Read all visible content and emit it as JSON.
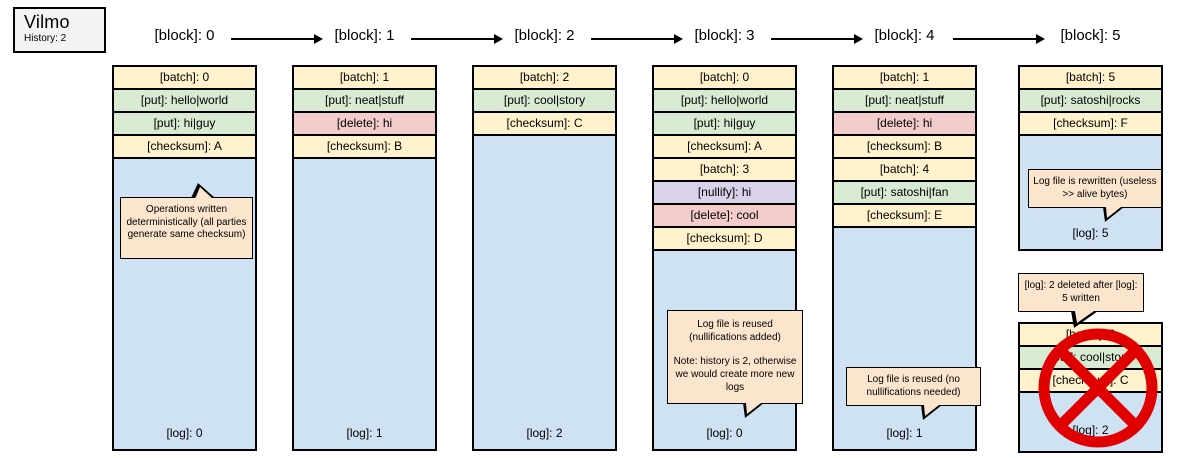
{
  "app": {
    "name": "Vilmo",
    "history": "History: 2"
  },
  "colors": {
    "batch": "#FFF2CC",
    "put": "#D9EAD3",
    "delete": "#F4CCCC",
    "nullify": "#D9D2E9",
    "checksum": "#FFF2CC",
    "log_area": "#CFE2F3",
    "callout": "#FCE5CD",
    "title_box": "#F3F3F3",
    "prohibition_red": "#E00000",
    "border": "#000000"
  },
  "blocks": [
    {
      "label": "[block]: 0",
      "rows": [
        {
          "type": "batch",
          "label": "[batch]: 0"
        },
        {
          "type": "put",
          "label": "[put]: hello|world"
        },
        {
          "type": "put",
          "label": "[put]: hi|guy"
        },
        {
          "type": "checksum",
          "label": "[checksum]: A"
        }
      ],
      "log": "[log]: 0"
    },
    {
      "label": "[block]: 1",
      "rows": [
        {
          "type": "batch",
          "label": "[batch]: 1"
        },
        {
          "type": "put",
          "label": "[put]: neat|stuff"
        },
        {
          "type": "delete",
          "label": "[delete]: hi"
        },
        {
          "type": "checksum",
          "label": "[checksum]: B"
        }
      ],
      "log": "[log]: 1"
    },
    {
      "label": "[block]: 2",
      "rows": [
        {
          "type": "batch",
          "label": "[batch]: 2"
        },
        {
          "type": "put",
          "label": "[put]: cool|story"
        },
        {
          "type": "checksum",
          "label": "[checksum]: C"
        }
      ],
      "log": "[log]: 2"
    },
    {
      "label": "[block]: 3",
      "rows": [
        {
          "type": "batch",
          "label": "[batch]: 0"
        },
        {
          "type": "put",
          "label": "[put]: hello|world"
        },
        {
          "type": "put",
          "label": "[put]: hi|guy"
        },
        {
          "type": "checksum",
          "label": "[checksum]: A"
        },
        {
          "type": "batch",
          "label": "[batch]: 3"
        },
        {
          "type": "nullify",
          "label": "[nullify]: hi"
        },
        {
          "type": "delete",
          "label": "[delete]: cool"
        },
        {
          "type": "checksum",
          "label": "[checksum]: D"
        }
      ],
      "log": "[log]: 0"
    },
    {
      "label": "[block]: 4",
      "rows": [
        {
          "type": "batch",
          "label": "[batch]: 1"
        },
        {
          "type": "put",
          "label": "[put]: neat|stuff"
        },
        {
          "type": "delete",
          "label": "[delete]: hi"
        },
        {
          "type": "checksum",
          "label": "[checksum]: B"
        },
        {
          "type": "batch",
          "label": "[batch]: 4"
        },
        {
          "type": "put",
          "label": "[put]: satoshi|fan"
        },
        {
          "type": "checksum",
          "label": "[checksum]: E"
        }
      ],
      "log": "[log]: 1"
    },
    {
      "label": "[block]: 5",
      "rows": [
        {
          "type": "batch",
          "label": "[batch]: 5"
        },
        {
          "type": "put",
          "label": "[put]: satoshi|rocks"
        },
        {
          "type": "checksum",
          "label": "[checksum]: F"
        }
      ],
      "log": "[log]: 5"
    }
  ],
  "deleted_block": {
    "rows": [
      {
        "type": "batch",
        "label": "[batch]: 2"
      },
      {
        "type": "put",
        "label": "[put]: cool|story"
      },
      {
        "type": "checksum",
        "label": "[checksum]: C"
      }
    ],
    "log": "[log]: 2"
  },
  "callouts": {
    "determinism": {
      "text": "Operations written deterministically (all parties generate same checksum)"
    },
    "reused_nullifications": {
      "line1": "Log file is reused (nullifications added)",
      "line2": "Note: history is 2, otherwise we would create more new logs"
    },
    "reused_clean": {
      "text": "Log file is reused (no nullifications needed)"
    },
    "rewritten": {
      "text": "Log file is rewritten (useless >> alive bytes)"
    },
    "deleted": {
      "text": "[log]: 2 deleted after [log]: 5 written"
    }
  }
}
